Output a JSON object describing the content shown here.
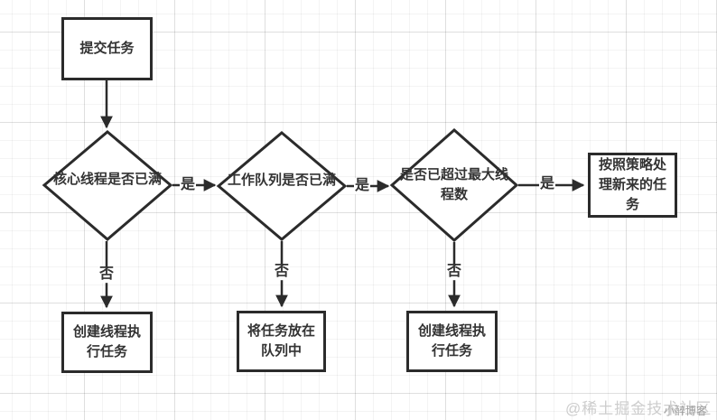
{
  "nodes": {
    "start": {
      "label": "提交任务",
      "type": "rect"
    },
    "d1": {
      "label": "核心线程是否已满",
      "type": "diamond"
    },
    "d2": {
      "label": "工作队列是否已满",
      "type": "diamond"
    },
    "d3": {
      "label": "是否已超过最大线程数",
      "type": "diamond"
    },
    "policy": {
      "label": "按照策略处理新来的任务",
      "type": "rect"
    },
    "r1": {
      "label": "创建线程执行任务",
      "type": "rect"
    },
    "r2": {
      "label": "将任务放在队列中",
      "type": "rect"
    },
    "r3": {
      "label": "创建线程执行任务",
      "type": "rect"
    }
  },
  "edges": [
    {
      "from": "start",
      "to": "d1",
      "label": ""
    },
    {
      "from": "d1",
      "to": "d2",
      "label": "是"
    },
    {
      "from": "d2",
      "to": "d3",
      "label": "是"
    },
    {
      "from": "d3",
      "to": "policy",
      "label": "是"
    },
    {
      "from": "d1",
      "to": "r1",
      "label": "否"
    },
    {
      "from": "d2",
      "to": "r2",
      "label": "否"
    },
    {
      "from": "d3",
      "to": "r3",
      "label": "否"
    }
  ],
  "watermark": {
    "community": "@稀土掘金技术社区",
    "author": "小醉博客"
  },
  "colors": {
    "stroke": "#2b2b2b",
    "text": "#333333",
    "background": "#ffffff",
    "grid_minor": "#f1f1f1",
    "grid_major": "#e5e5e5",
    "watermark": "#cdcdcd"
  }
}
